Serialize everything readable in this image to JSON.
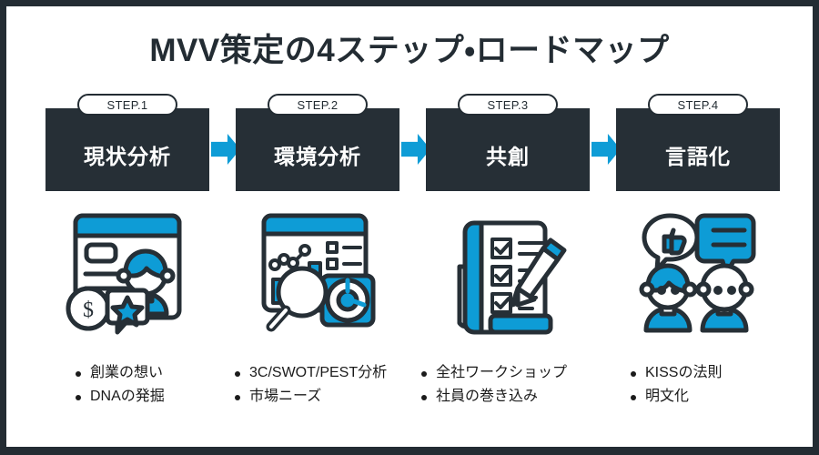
{
  "page": {
    "title": "MVV策定の4ステップ・ロードマップ",
    "frame_color": "#232c33",
    "accent_color": "#0e9cd6",
    "panel_color": "#262f36",
    "background_color": "#ffffff"
  },
  "steps": [
    {
      "badge": "STEP.1",
      "title": "現状分析",
      "icon": "profile-card-icon",
      "bullets": [
        "創業の想い",
        "DNAの発掘"
      ]
    },
    {
      "badge": "STEP.2",
      "title": "環境分析",
      "icon": "analytics-dashboard-icon",
      "bullets": [
        "3C/SWOT/PEST分析",
        "市場ニーズ"
      ]
    },
    {
      "badge": "STEP.3",
      "title": "共創",
      "icon": "checklist-pencil-icon",
      "bullets": [
        "全社ワークショップ",
        "社員の巻き込み"
      ]
    },
    {
      "badge": "STEP.4",
      "title": "言語化",
      "icon": "people-speech-icon",
      "bullets": [
        "KISSの法則",
        "明文化"
      ]
    }
  ],
  "connectors": [
    {
      "name": "arrow-1-2"
    },
    {
      "name": "arrow-2-3"
    },
    {
      "name": "arrow-3-4"
    }
  ]
}
